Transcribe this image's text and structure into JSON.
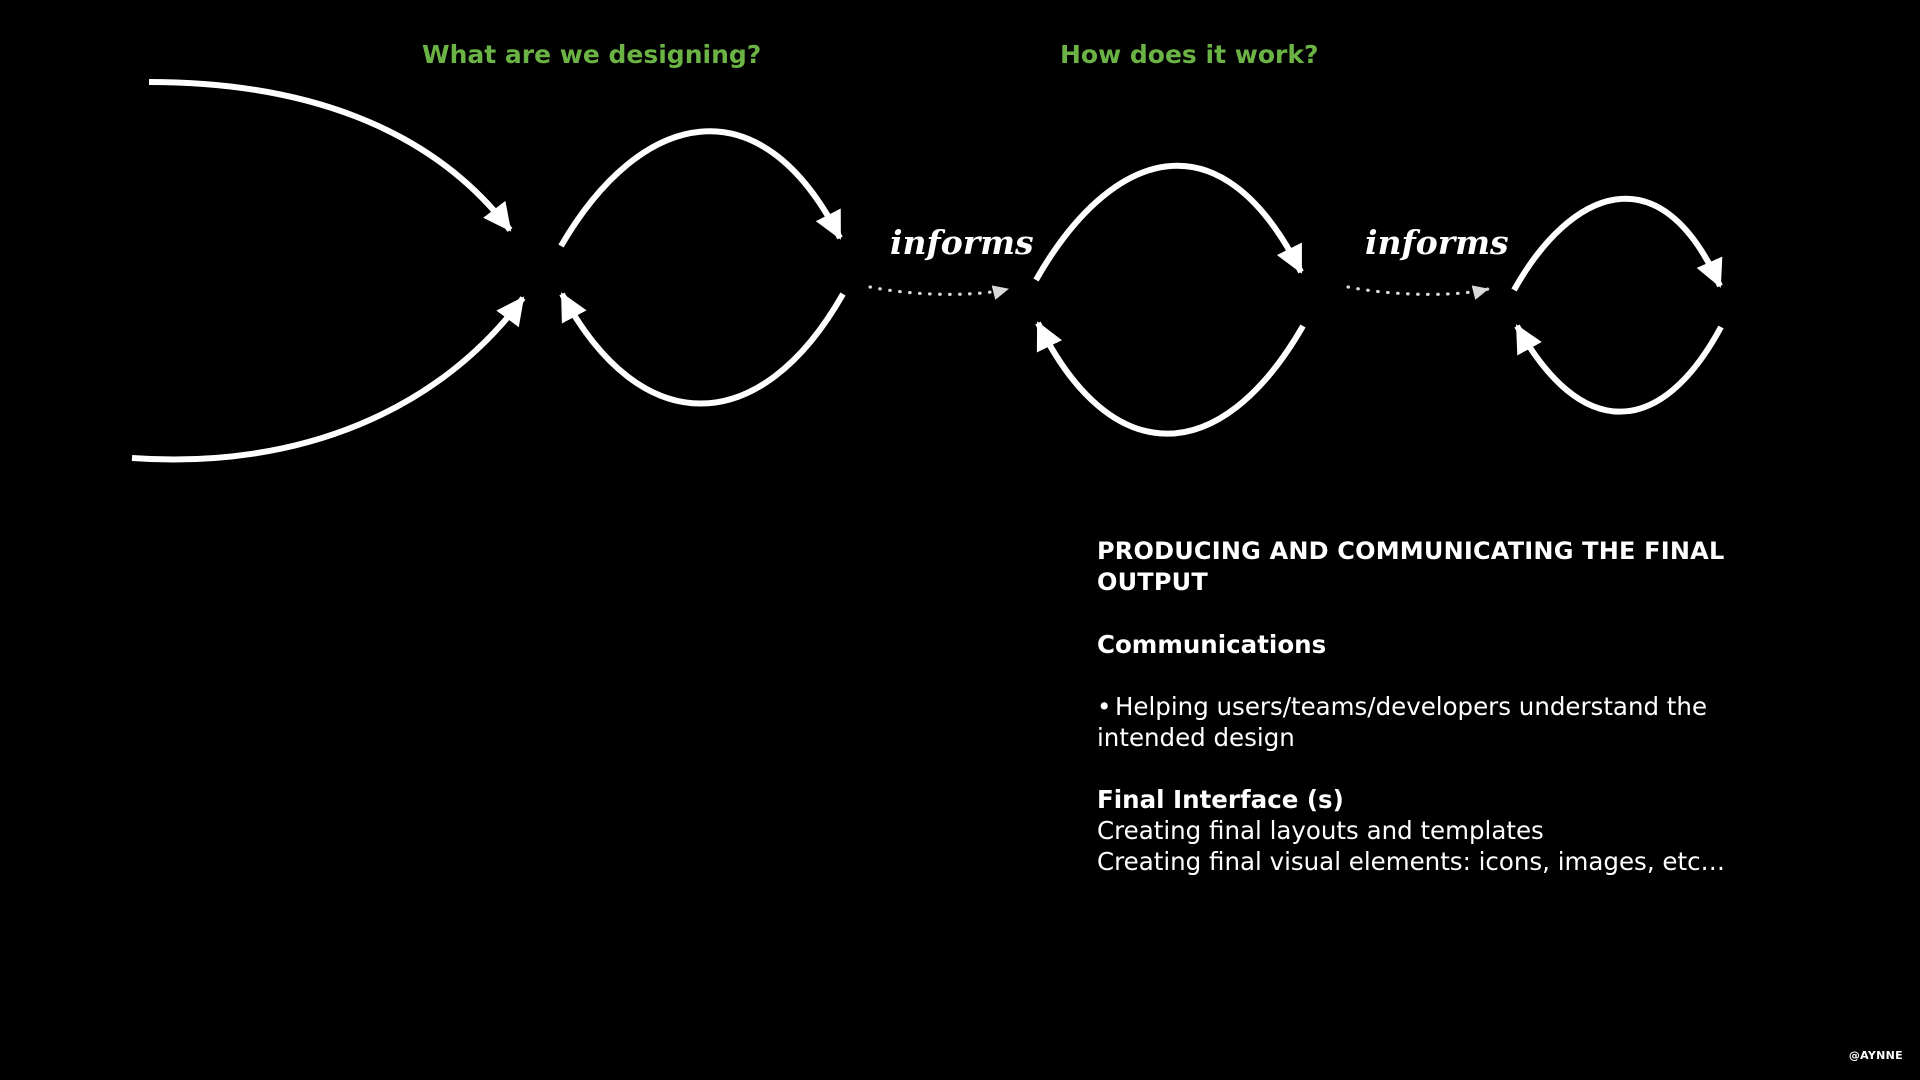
{
  "headings": {
    "left": "What are we designing?",
    "right": "How does it work?"
  },
  "connectors": {
    "first": "informs",
    "second": "informs"
  },
  "text_block": {
    "title_line1": "PRODUCING AND COMMUNICATING THE FINAL",
    "title_line2": "OUTPUT",
    "section1_heading": "Communications",
    "section1_bullet_marker": "•",
    "section1_bullet_line1": "Helping users/teams/developers understand the",
    "section1_bullet_line2": "intended design",
    "section2_heading": "Final Interface (s)",
    "section2_line1": "Creating final layouts and templates",
    "section2_line2": "Creating final visual elements: icons, images, etc…"
  },
  "credit": "@AYNNE",
  "colors": {
    "background": "#000000",
    "heading_green": "#6ab344",
    "stroke": "#ffffff",
    "dotted": "#d9d9d9"
  }
}
